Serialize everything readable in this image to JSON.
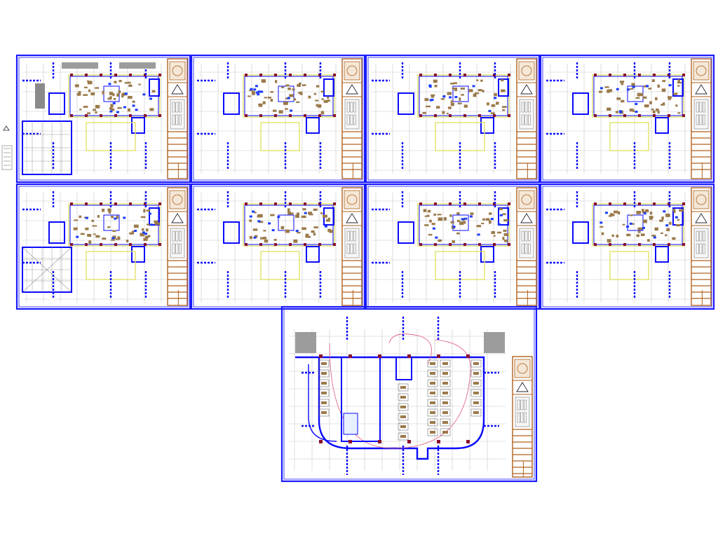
{
  "colors": {
    "frame": "#1a1aff",
    "wall": "#0a0aff",
    "column": "#8a1030",
    "slab": "#e2e26a",
    "furniture": "#9b7a4a",
    "title_block": "#b0621e",
    "grid": "#c8c8c8",
    "parking_circulation": "#e05a7a"
  },
  "sheets": [
    {
      "id": "sheet-1",
      "kind": "ground-floor"
    },
    {
      "id": "sheet-2",
      "kind": "typical-floor"
    },
    {
      "id": "sheet-3",
      "kind": "typical-floor"
    },
    {
      "id": "sheet-4",
      "kind": "typical-floor"
    },
    {
      "id": "sheet-5",
      "kind": "first-floor"
    },
    {
      "id": "sheet-6",
      "kind": "typical-floor"
    },
    {
      "id": "sheet-7",
      "kind": "typical-floor"
    },
    {
      "id": "sheet-8",
      "kind": "typical-floor"
    },
    {
      "id": "sheet-9",
      "kind": "basement-parking"
    }
  ],
  "icons": [
    "north-arrow-icon",
    "company-logo-icon",
    "key-plan-icon"
  ]
}
